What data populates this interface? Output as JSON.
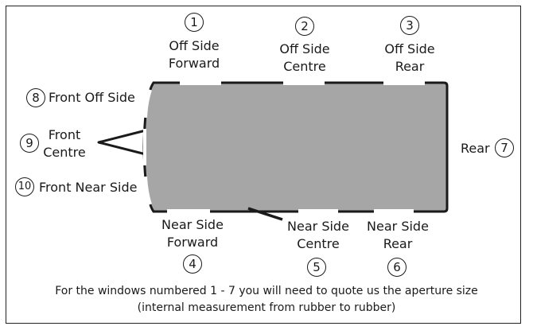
{
  "windows": {
    "w1": {
      "num": "1",
      "line1": "Off Side",
      "line2": "Forward"
    },
    "w2": {
      "num": "2",
      "line1": "Off Side",
      "line2": "Centre"
    },
    "w3": {
      "num": "3",
      "line1": "Off Side",
      "line2": "Rear"
    },
    "w4": {
      "num": "4",
      "line1": "Near Side",
      "line2": "Forward"
    },
    "w5": {
      "num": "5",
      "line1": "Near Side",
      "line2": "Centre"
    },
    "w6": {
      "num": "6",
      "line1": "Near Side",
      "line2": "Rear"
    },
    "w7": {
      "num": "7",
      "label": "Rear"
    },
    "w8": {
      "num": "8",
      "label": "Front Off Side"
    },
    "w9": {
      "num": "9",
      "line1": "Front",
      "line2": "Centre"
    },
    "w10": {
      "num": "10",
      "label": "Front Near Side"
    }
  },
  "note": {
    "line1": "For the windows numbered 1 - 7 you will need to quote us the aperture size",
    "line2": "(internal measurement from rubber to rubber)"
  },
  "colors": {
    "body": "#a6a6a6",
    "outline": "#1a1a1a",
    "window": "#ffffff"
  }
}
